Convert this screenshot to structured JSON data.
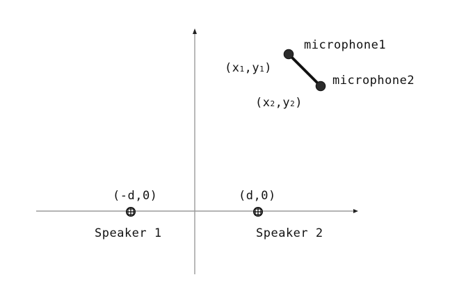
{
  "axes": {
    "x_arrow": "arrow",
    "y_arrow": "arrow"
  },
  "speakers": [
    {
      "name": "Speaker 1",
      "coord": "(-d,0)"
    },
    {
      "name": "Speaker 2",
      "coord": "(d,0)"
    }
  ],
  "microphones": [
    {
      "name": "microphone1",
      "coord_prefix": "(x",
      "coord_sub1": "1",
      "coord_mid": ",y",
      "coord_sub2": "1",
      "coord_suffix": ")"
    },
    {
      "name": "microphone2",
      "coord_prefix": "(x",
      "coord_sub1": "2",
      "coord_mid": ",y",
      "coord_sub2": "2",
      "coord_suffix": ")"
    }
  ]
}
